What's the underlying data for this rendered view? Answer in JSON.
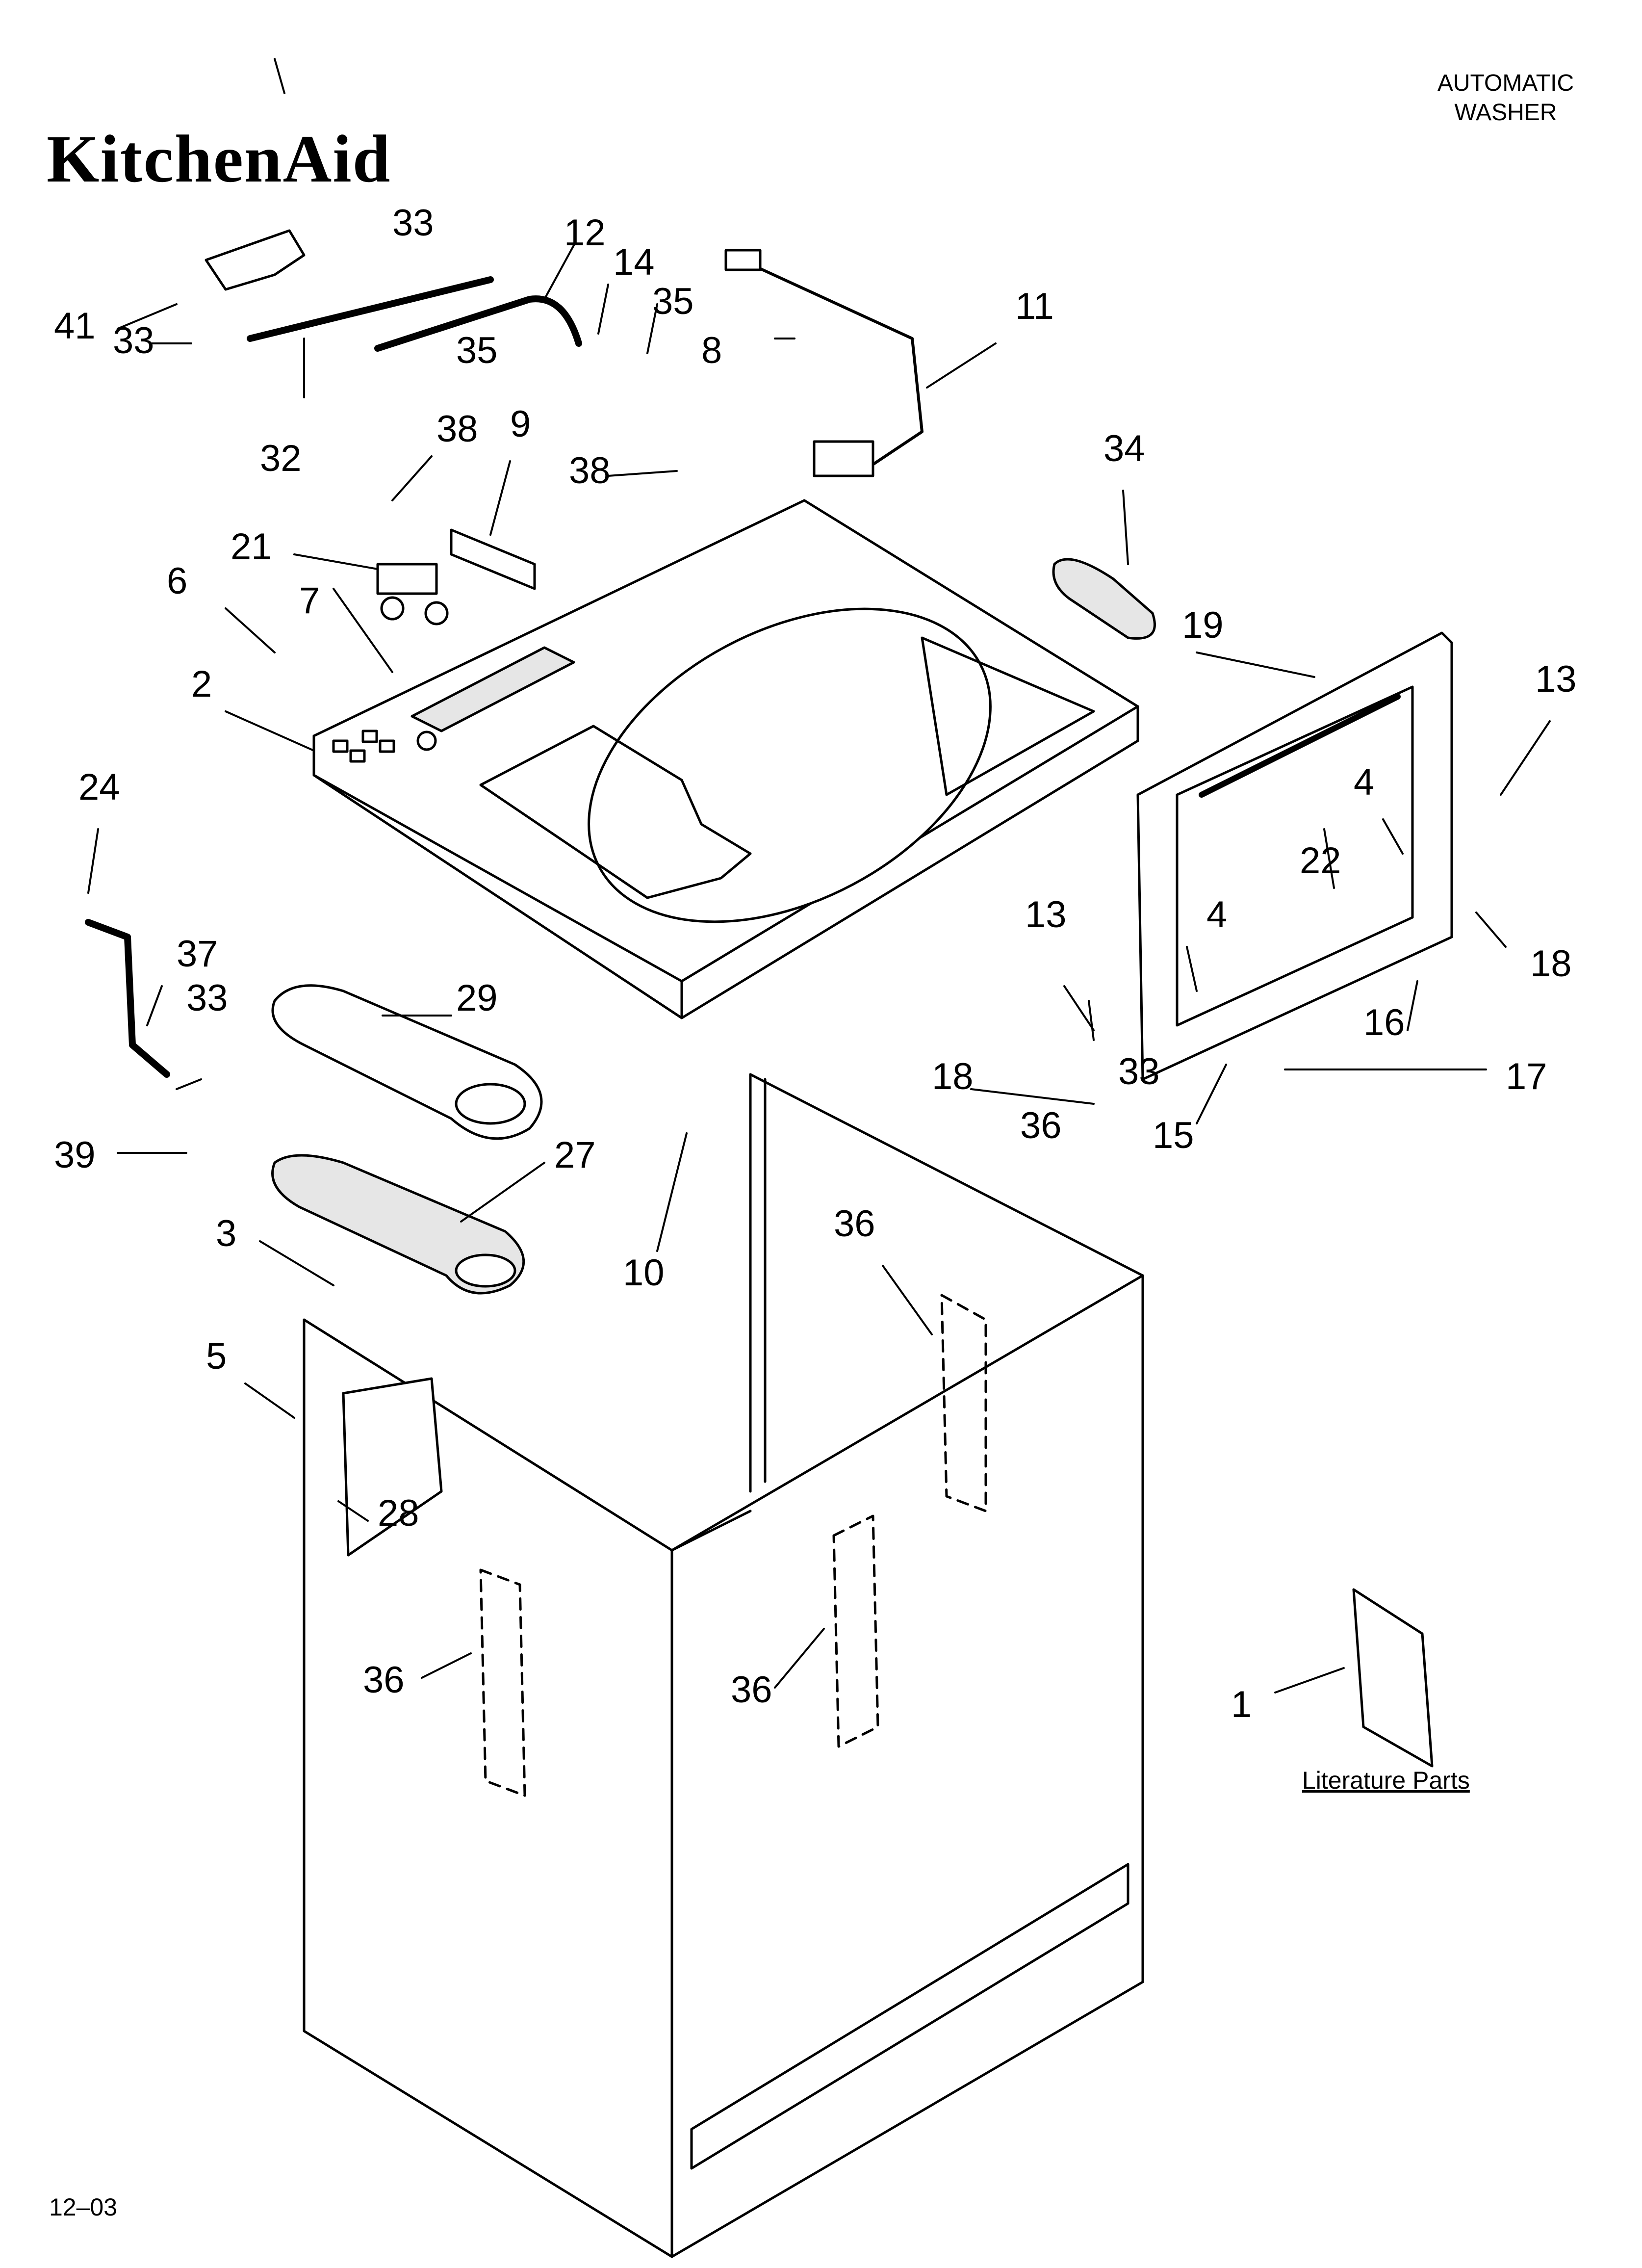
{
  "brand": {
    "logo_text": "KitchenAid"
  },
  "header": {
    "line1": "AUTOMATIC",
    "line2": "WASHER"
  },
  "footer": {
    "code": "12–03"
  },
  "literature": {
    "label": "Literature Parts"
  },
  "colors": {
    "line": "#000000",
    "fill": "#ffffff",
    "shade": "#e6e6e6"
  },
  "callouts": [
    "1",
    "2",
    "3",
    "4",
    "4",
    "5",
    "6",
    "7",
    "8",
    "9",
    "10",
    "11",
    "12",
    "13",
    "13",
    "14",
    "15",
    "16",
    "17",
    "18",
    "18",
    "19",
    "21",
    "22",
    "24",
    "27",
    "28",
    "29",
    "32",
    "33",
    "33",
    "33",
    "33",
    "34",
    "35",
    "35",
    "36",
    "36",
    "36",
    "36",
    "37",
    "38",
    "38",
    "39",
    "41"
  ]
}
